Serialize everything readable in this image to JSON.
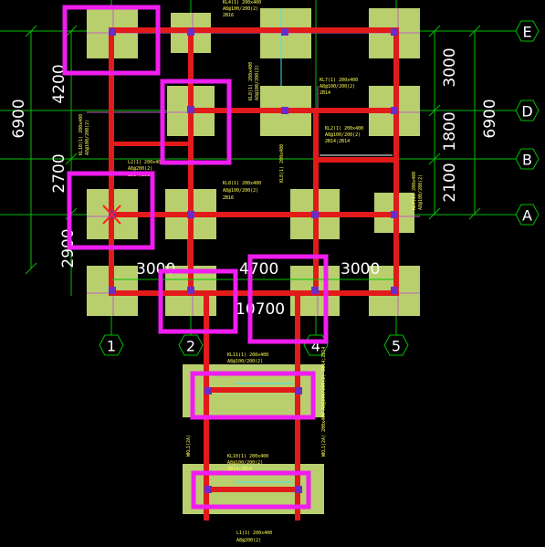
{
  "colors": {
    "background": "#000000",
    "grid": "#00c000",
    "footing": "#b9cf6e",
    "beam": "#e21a1a",
    "column": "#6a2dc8",
    "highlight": "#f01df0",
    "annotation": "#ffff55",
    "dimension_text": "#ffffff"
  },
  "axes": {
    "columns": [
      "1",
      "2",
      "4",
      "5"
    ],
    "rows": [
      "E",
      "D",
      "B",
      "A"
    ]
  },
  "dimensions": {
    "left_total": "6900",
    "left_upper": "4200",
    "left_middle": "2700",
    "left_lower": "2900",
    "right_total": "6900",
    "right_upper": "3000",
    "right_middle": "1800",
    "right_lower": "2100",
    "bay_1_2": "3000",
    "bay_2_4": "4700",
    "bay_4_5": "3000",
    "overall_width": "10700"
  },
  "annotations": {
    "kl10": [
      "KL10(1) 200x400",
      "A8@100/200(2)",
      "2B14;2B14"
    ],
    "kl11": [
      "KL11(1) 200x400",
      "A8@100/200(2)",
      "2B14;2B14"
    ],
    "l1": [
      "L1(1) 200x400",
      "A8@200(2)"
    ],
    "kl8": [
      "KL8(1) 200x400",
      "A8@100/200(2)",
      "2B16"
    ],
    "kl7": [
      "KL7(1) 200x400",
      "A8@100/200(2)",
      "2B14"
    ],
    "l2": [
      "L2(1) 200x400",
      "A8@200(2)",
      "2B14;2B14"
    ],
    "wkl1": "WKL1(2A) 200x400  A8@100/200(2)  2B14;2B14",
    "wkl1_short": "WKL1(2A)",
    "misc": [
      "KL2(1) 200x400",
      "A8@100/200(2)",
      "2B14;2B14",
      "KL4(1) 200x400",
      "A8@100/200(2)",
      "2B16"
    ]
  },
  "markers": {
    "deleted_column": "x-mark"
  }
}
